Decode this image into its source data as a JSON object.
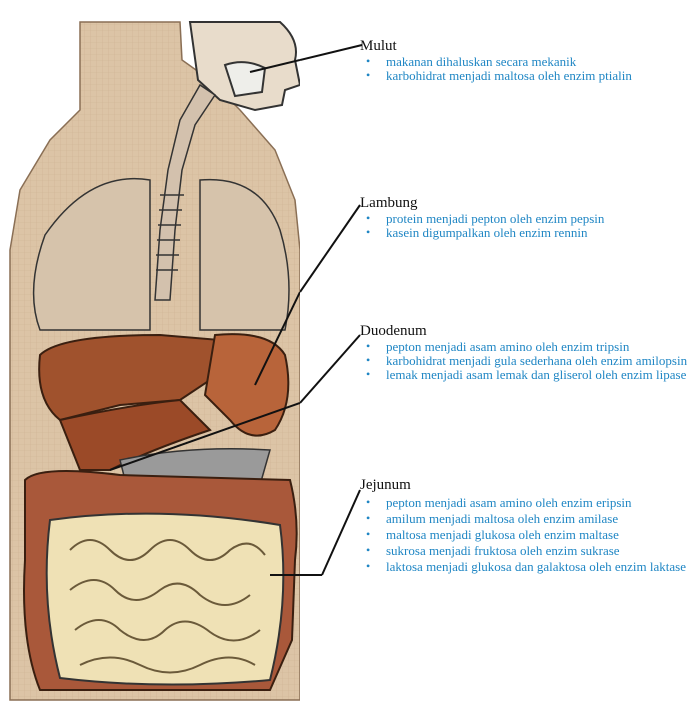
{
  "sections": {
    "mulut": {
      "title": "Mulut",
      "items": [
        "makanan dihaluskan secara mekanik",
        "karbohidrat menjadi maltosa oleh enzim ptialin"
      ]
    },
    "lambung": {
      "title": "Lambung",
      "items": [
        "protein menjadi pepton oleh enzim pepsin",
        "kasein digumpalkan oleh enzim rennin"
      ]
    },
    "duodenum": {
      "title": "Duodenum",
      "items": [
        "pepton menjadi asam amino oleh enzim tripsin",
        "karbohidrat menjadi gula sederhana oleh enzim amilopsin",
        "lemak menjadi asam lemak dan gliserol oleh enzim lipase"
      ]
    },
    "jejunum": {
      "title": "Jejunum",
      "items": [
        "pepton menjadi asam amino oleh enzim eripsin",
        "amilum menjadi maltosa oleh enzim amilase",
        "maltosa menjadi glukosa oleh enzim maltase",
        "sukrosa menjadi fruktosa oleh enzim sukrase",
        "laktosa menjadi glukosa dan galaktosa oleh enzim laktase"
      ]
    }
  },
  "colors": {
    "skin": "#d9c0a3",
    "organ": "#a0522d",
    "intestine": "#efe1b5",
    "label_text": "#1f86c4"
  }
}
